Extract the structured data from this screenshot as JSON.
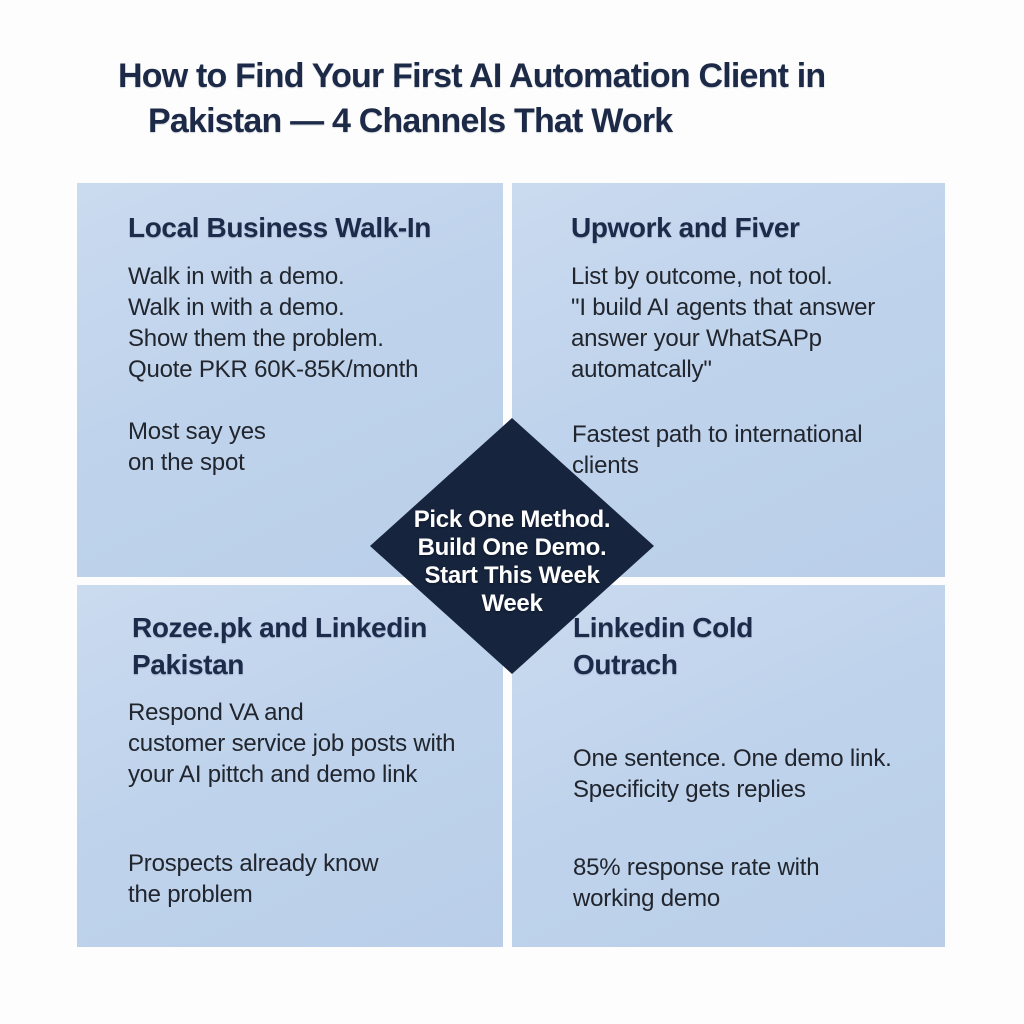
{
  "colors": {
    "background": "#fdfdfd",
    "panel": "#bfd3ec",
    "diamond": "#16243d",
    "heading": "#1d2b4a",
    "body_text": "#21252d",
    "title": "#1c2a47",
    "diamond_text": "#ffffff"
  },
  "title": {
    "line1": "How to Find Your First AI Automation Client in",
    "line2": "Pakistan — 4 Channels That Work"
  },
  "center_diamond": {
    "lines": [
      "Pick One Method.",
      "Build One Demo.",
      "Start This Week",
      "Week"
    ]
  },
  "quadrants": {
    "top_left": {
      "heading_lines": [
        "Local Business Walk-In"
      ],
      "body_lines": [
        "Walk in with a demo.",
        "Walk in with a demo.",
        "Show them the problem.",
        "Quote PKR 60K-85K/month"
      ],
      "benefit_lines": [
        "Most say yes",
        "on the spot"
      ]
    },
    "top_right": {
      "heading_lines": [
        "Upwork and Fiver"
      ],
      "body_lines": [
        "List by outcome, not tool.",
        "\"I build AI agents that answer",
        "answer your WhatSAPp",
        "automatcally\""
      ],
      "benefit_lines": [
        "Fastest path to international",
        "clients"
      ]
    },
    "bottom_left": {
      "heading_lines": [
        "Rozee.pk and Linkedin",
        "Pakistan"
      ],
      "body_lines": [
        "Respond VA and",
        "customer service job posts with",
        "your AI pittch and demo link"
      ],
      "benefit_lines": [
        "Prospects already know",
        "the problem"
      ]
    },
    "bottom_right": {
      "heading_lines": [
        "Linkedin Cold",
        "Outrach"
      ],
      "body_lines": [
        "One sentence. One demo link.",
        "Specificity gets replies"
      ],
      "benefit_lines": [
        "85% response rate with",
        "working demo"
      ]
    }
  }
}
